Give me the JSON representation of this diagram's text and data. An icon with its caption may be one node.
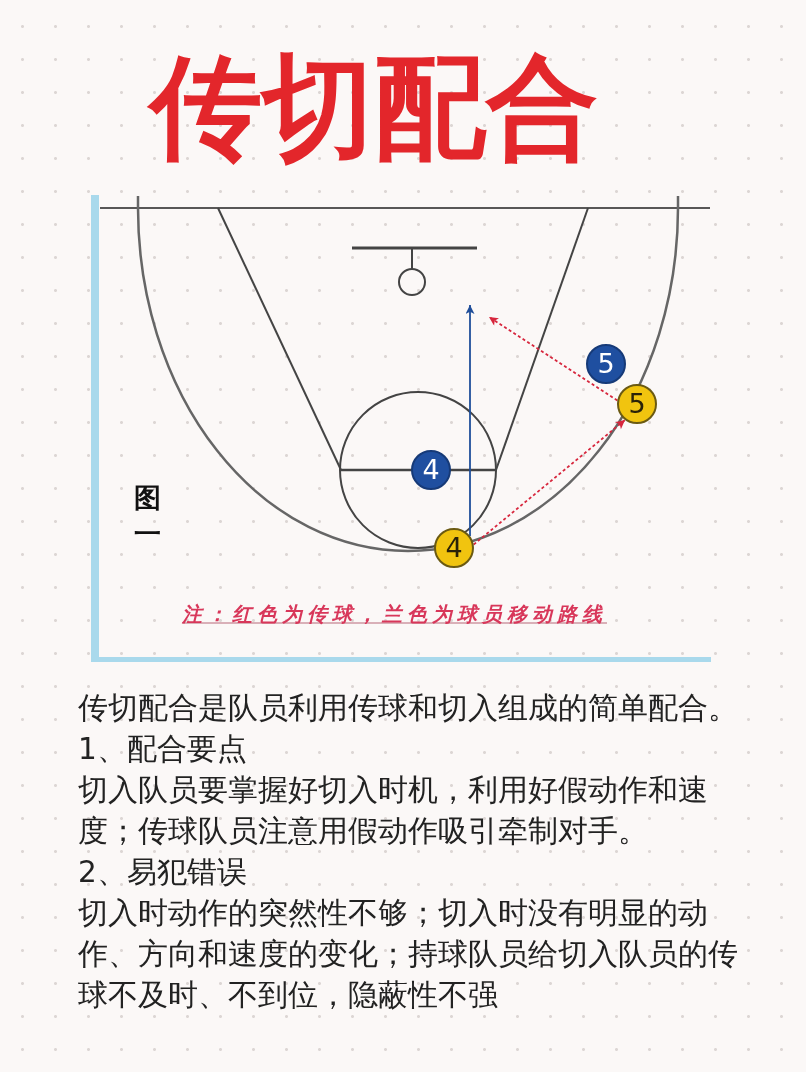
{
  "diagram": {
    "title": "传切配合",
    "nodes": [
      {
        "text": [
          "5"
        ]
      },
      {
        "text": [
          "5"
        ]
      },
      {
        "text": [
          "4"
        ]
      },
      {
        "text": [
          "4"
        ]
      }
    ],
    "edges": [
      {
        "from": 3,
        "to": null,
        "arrow": "to",
        "color": "#1f4e9a"
      },
      {
        "from": 3,
        "to": 1,
        "arrow": "to",
        "style": "dashed",
        "color": "#d7263d"
      },
      {
        "from": 1,
        "to": null,
        "arrow": "to",
        "style": "dashed",
        "color": "#d7263d"
      }
    ],
    "labels": [
      "图一",
      "注：红色为传球，兰色为球员移动路线",
      "传切配合是队员利用传球和切入组成的简单配合。",
      "1、配合要点",
      "切入队员要掌握好切入时机，利用好假动作和速度；传球队员注意用假动作吸引牵制对手。",
      "2、易犯错误",
      "切入时动作的突然性不够；切入时没有明显的动作、方向和速度的变化；持球队员给切入队员的传球不及时、不到位，隐蔽性不强"
    ]
  }
}
